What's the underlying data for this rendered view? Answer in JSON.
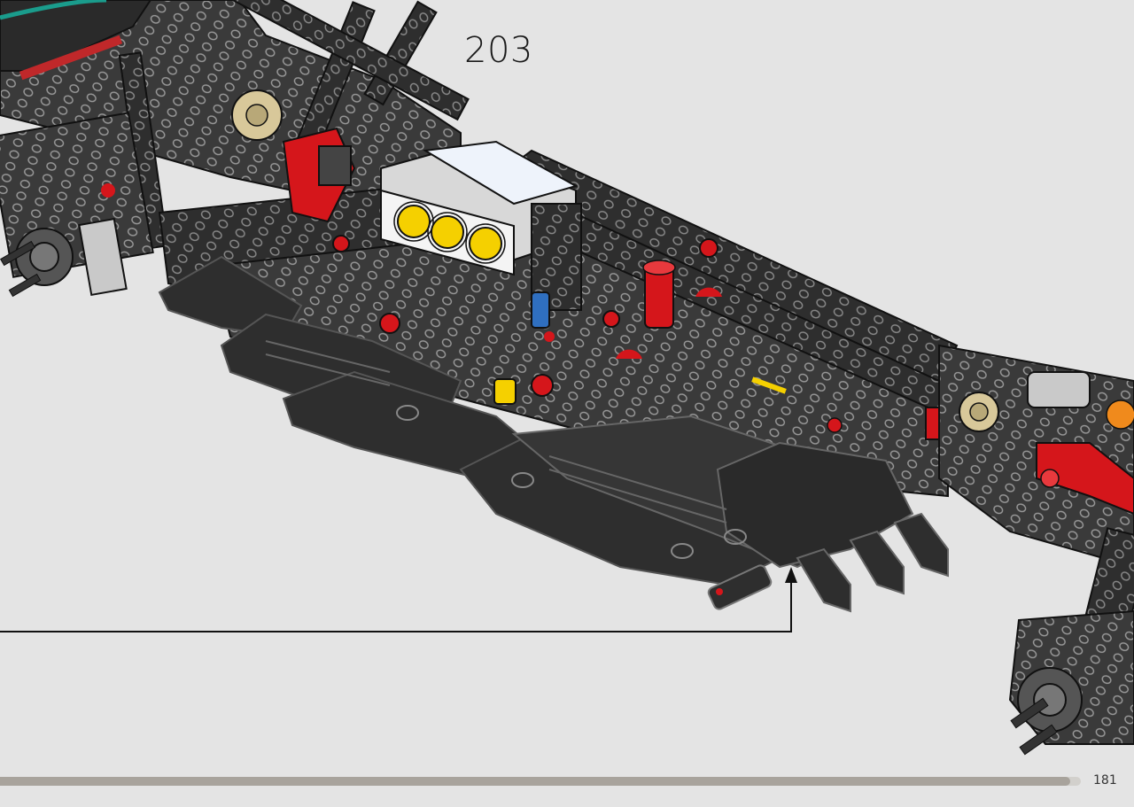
{
  "instruction": {
    "step_number": "203",
    "page_number": "181",
    "progress_fraction": 0.99
  },
  "colors": {
    "background": "#e4e4e4",
    "brick_dark": "#2e2e2e",
    "brick_mid": "#5a5a5a",
    "brick_light": "#c9c9c9",
    "brick_red": "#d5161b",
    "brick_yellow": "#f5d000",
    "brick_tan": "#d8c89a",
    "brick_blue": "#2f6fc0",
    "brick_orange": "#f08a1c"
  },
  "icons": {
    "callout_arrow": "arrow-up-icon"
  }
}
